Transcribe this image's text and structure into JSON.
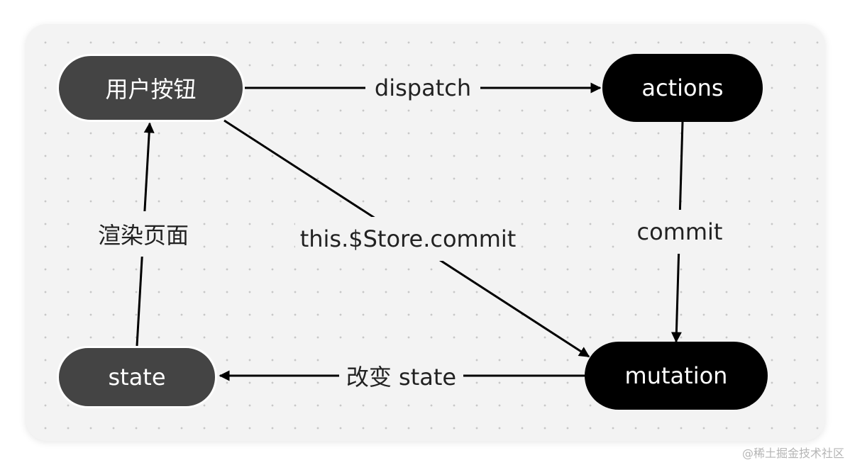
{
  "nodes": {
    "user_button": "用户按钮",
    "actions": "actions",
    "mutation": "mutation",
    "state": "state"
  },
  "edges": {
    "dispatch": "dispatch",
    "commit": "commit",
    "store_commit": "this.$Store.commit",
    "change_state": "改变 state",
    "render_page": "渲染页面"
  },
  "watermark": "@稀土掘金技术社区",
  "colors": {
    "gray_node": "#444444",
    "black_node": "#000000",
    "background": "#f3f3f3"
  }
}
